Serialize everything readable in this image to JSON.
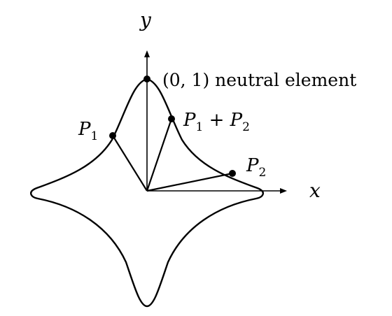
{
  "axes": {
    "x_label": "x",
    "y_label": "y"
  },
  "points": {
    "neutral": {
      "label": "(0, 1) neutral element"
    },
    "p1": {
      "main": "P",
      "sub": "1"
    },
    "sum": {
      "main1": "P",
      "sub1": "1",
      "plus": " + ",
      "main2": "P",
      "sub2": "2"
    },
    "p2": {
      "main": "P",
      "sub": "2"
    }
  }
}
